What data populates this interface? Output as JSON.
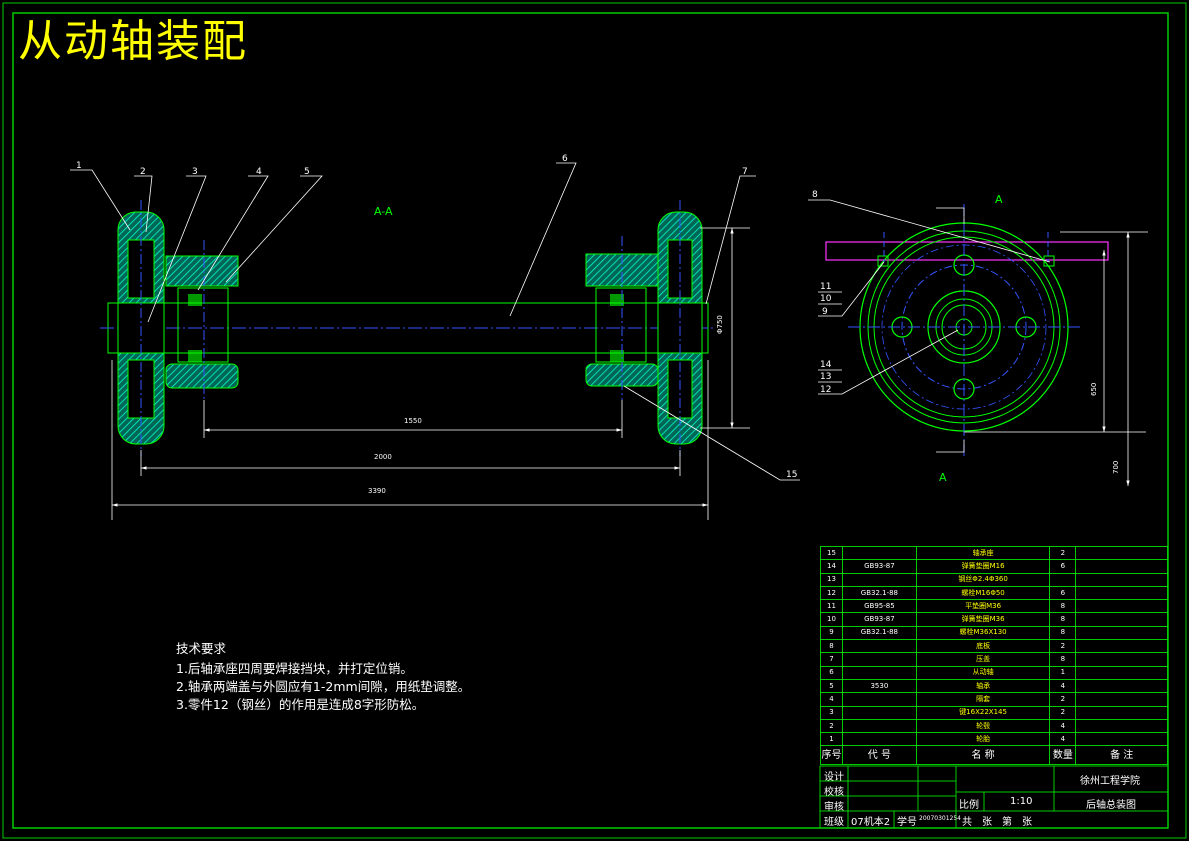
{
  "title": "从动轴装配",
  "section_label": "A-A",
  "view_label": "A",
  "notes": {
    "heading": "技术要求",
    "items": [
      "1.后轴承座四周要焊接挡块，并打定位销。",
      "2.轴承两端盖与外圆应有1-2mm间隙，用纸垫调整。",
      "3.零件12（钢丝）的作用是连成8字形防松。"
    ]
  },
  "callouts": [
    "1",
    "2",
    "3",
    "4",
    "5",
    "6",
    "7",
    "8",
    "9",
    "10",
    "11",
    "12",
    "13",
    "14",
    "15"
  ],
  "dimensions": {
    "d1550": "1550",
    "d2000": "2000",
    "d3390": "3390",
    "dia750": "Φ750",
    "d650": "650",
    "d700": "700"
  },
  "bom": {
    "rows": [
      {
        "no": "15",
        "code": "",
        "name": "轴承座",
        "qty": "2",
        "note": ""
      },
      {
        "no": "14",
        "code": "GB93-87",
        "name": "弹簧垫圈M16",
        "qty": "6",
        "note": ""
      },
      {
        "no": "13",
        "code": "",
        "name": "钢丝Φ2.4Φ360",
        "qty": "",
        "note": ""
      },
      {
        "no": "12",
        "code": "GB32.1-88",
        "name": "螺栓M16Φ50",
        "qty": "6",
        "note": ""
      },
      {
        "no": "11",
        "code": "GB95-85",
        "name": "平垫圈M36",
        "qty": "8",
        "note": ""
      },
      {
        "no": "10",
        "code": "GB93-87",
        "name": "弹簧垫圈M36",
        "qty": "8",
        "note": ""
      },
      {
        "no": "9",
        "code": "GB32.1-88",
        "name": "螺栓M36X130",
        "qty": "8",
        "note": ""
      },
      {
        "no": "8",
        "code": "",
        "name": "底板",
        "qty": "2",
        "note": ""
      },
      {
        "no": "7",
        "code": "",
        "name": "压盖",
        "qty": "8",
        "note": ""
      },
      {
        "no": "6",
        "code": "",
        "name": "从动轴",
        "qty": "1",
        "note": ""
      },
      {
        "no": "5",
        "code": "3530",
        "name": "轴承",
        "qty": "4",
        "note": ""
      },
      {
        "no": "4",
        "code": "",
        "name": "隔套",
        "qty": "2",
        "note": ""
      },
      {
        "no": "3",
        "code": "",
        "name": "键16X22X145",
        "qty": "2",
        "note": ""
      },
      {
        "no": "2",
        "code": "",
        "name": "轮毂",
        "qty": "4",
        "note": ""
      },
      {
        "no": "1",
        "code": "",
        "name": "轮胎",
        "qty": "4",
        "note": ""
      }
    ],
    "header": {
      "no": "序号",
      "code": "代 号",
      "name": "名 称",
      "qty": "数量",
      "note": "备 注"
    }
  },
  "title_block": {
    "design": "设计",
    "check": "校核",
    "review": "审核",
    "class_label": "班级",
    "class_value": "07机本2",
    "id_label": "学号",
    "id_value": "20070301254",
    "school": "徐州工程学院",
    "scale_label": "比例",
    "scale_value": "1:10",
    "drawing_name": "后轴总装图",
    "sheets": "共　张　第　张"
  },
  "colors": {
    "frame": "#00cc00",
    "part": "#00ff00",
    "hatch": "#00ffcc",
    "center": "#3355ff",
    "dim": "#ffffff",
    "title": "#ffff00",
    "baseplate": "#ff33ff"
  }
}
